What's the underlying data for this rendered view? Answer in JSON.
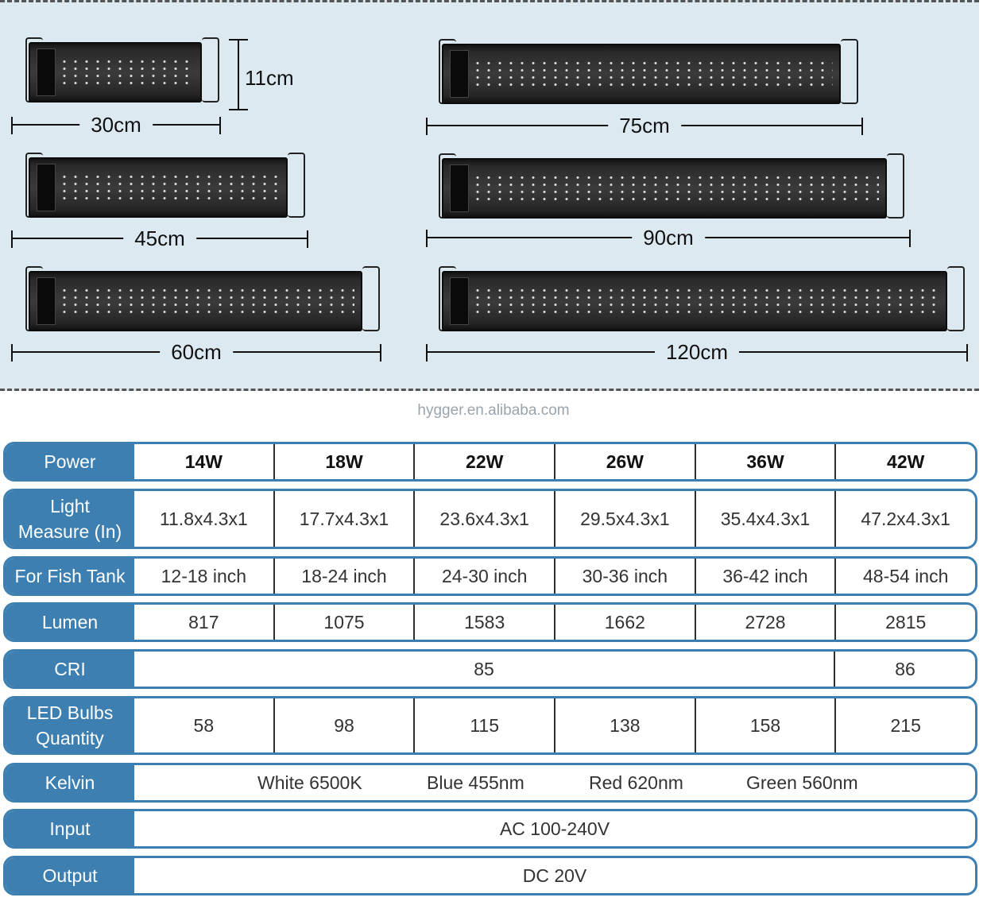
{
  "dimensions": {
    "height_label": "11cm",
    "widths": [
      "30cm",
      "45cm",
      "60cm",
      "75cm",
      "90cm",
      "120cm"
    ]
  },
  "watermark": "hygger.en.alibaba.com",
  "table": {
    "power": {
      "label": "Power",
      "values": [
        "14W",
        "18W",
        "22W",
        "26W",
        "36W",
        "42W"
      ]
    },
    "light_measure": {
      "label_line1": "Light",
      "label_line2": "Measure (In)",
      "values": [
        "11.8x4.3x1",
        "17.7x4.3x1",
        "23.6x4.3x1",
        "29.5x4.3x1",
        "35.4x4.3x1",
        "47.2x4.3x1"
      ]
    },
    "fish_tank": {
      "label": "For Fish Tank",
      "values": [
        "12-18 inch",
        "18-24 inch",
        "24-30 inch",
        "30-36 inch",
        "36-42 inch",
        "48-54 inch"
      ]
    },
    "lumen": {
      "label": "Lumen",
      "values": [
        "817",
        "1075",
        "1583",
        "1662",
        "2728",
        "2815"
      ]
    },
    "cri": {
      "label": "CRI",
      "first_five": "85",
      "last": "86"
    },
    "led_bulbs": {
      "label_line1": "LED Bulbs",
      "label_line2": "Quantity",
      "values": [
        "58",
        "98",
        "115",
        "138",
        "158",
        "215"
      ]
    },
    "kelvin": {
      "label": "Kelvin",
      "values": [
        "White 6500K",
        "Blue 455nm",
        "Red 620nm",
        "Green 560nm"
      ]
    },
    "input": {
      "label": "Input",
      "value": "AC 100-240V"
    },
    "output": {
      "label": "Output",
      "value": "DC 20V"
    }
  },
  "colors": {
    "header_blue": "#3c7fb0",
    "panel_bg": "#dce9f1"
  }
}
